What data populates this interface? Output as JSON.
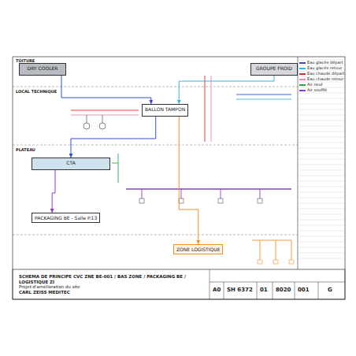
{
  "diagram": {
    "nodes": [
      {
        "text": [
          "DRY COOLER"
        ]
      },
      {
        "text": [
          "GROUPE FROID"
        ]
      },
      {
        "text": [
          "BALLON TAMPON"
        ]
      },
      {
        "text": [
          "CTA"
        ]
      },
      {
        "text": [
          "PACKAGING BE - Salle P.13"
        ]
      },
      {
        "text": [
          "ZONE LOGISTIQUE"
        ]
      },
      {
        "text": [
          "SCHEMA DE PRINCIPE CVC ZNE BE-001 / BAS ZONE / PACKAGING BE / LOGISTIQUE ZI",
          "Projet d'amélioration du site",
          "CARL ZEISS MEDITEC"
        ]
      }
    ],
    "edges": [
      {
        "from": 0,
        "to": 2,
        "arrow": "to"
      },
      {
        "from": 1,
        "to": 2,
        "arrow": "to"
      },
      {
        "from": 2,
        "to": 3,
        "arrow": "to"
      },
      {
        "from": 3,
        "to": 4,
        "arrow": "to"
      },
      {
        "from": 2,
        "to": 5,
        "arrow": "to"
      }
    ],
    "labels": [
      "TOITURE",
      "LOCAL TECHNIQUE",
      "PLATEAU",
      "A0",
      "SH 6372",
      "01",
      "8020",
      "001",
      "G"
    ],
    "legend": [
      {
        "text": "Eau glacée départ",
        "color": "#2f4fd8"
      },
      {
        "text": "Eau glacée retour",
        "color": "#35b6e0"
      },
      {
        "text": "Eau chaude départ",
        "color": "#e02a2a"
      },
      {
        "text": "Eau chaude retour",
        "color": "#f08aa8"
      },
      {
        "text": "Air neuf",
        "color": "#2aa84a"
      },
      {
        "text": "Air soufflé",
        "color": "#8a3cc8"
      }
    ]
  }
}
